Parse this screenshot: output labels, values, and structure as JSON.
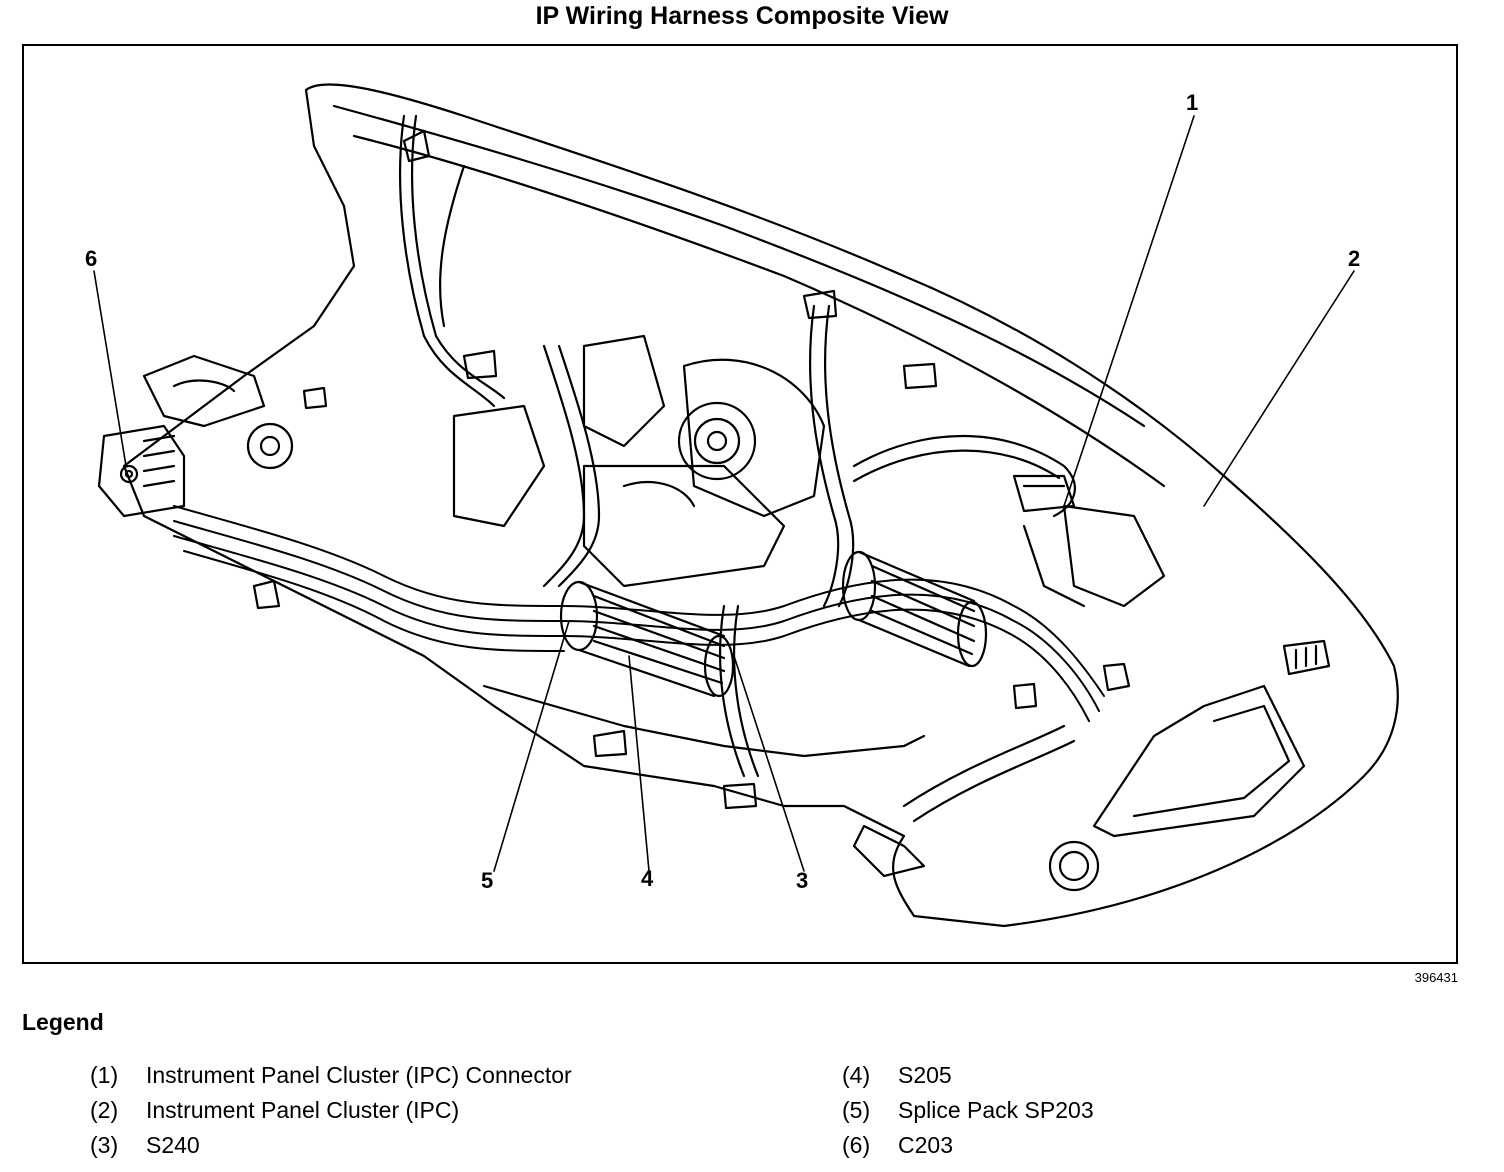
{
  "title": "IP Wiring Harness Composite View",
  "figure_id": "396431",
  "callouts": [
    "1",
    "2",
    "3",
    "4",
    "5",
    "6"
  ],
  "legend": {
    "heading": "Legend",
    "left": [
      {
        "num": "(1)",
        "text": "Instrument Panel Cluster (IPC) Connector"
      },
      {
        "num": "(2)",
        "text": "Instrument Panel Cluster (IPC)"
      },
      {
        "num": "(3)",
        "text": "S240"
      }
    ],
    "right": [
      {
        "num": "(4)",
        "text": "S205"
      },
      {
        "num": "(5)",
        "text": "Splice Pack SP203"
      },
      {
        "num": "(6)",
        "text": "C203"
      }
    ]
  }
}
